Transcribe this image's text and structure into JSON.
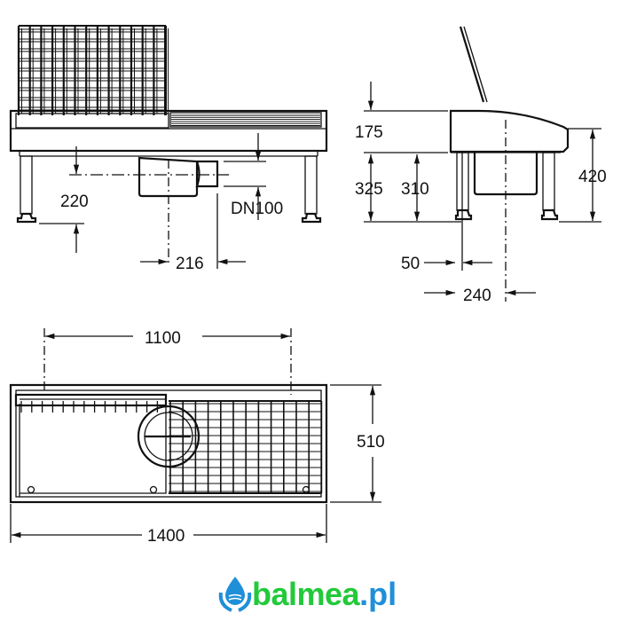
{
  "dimensions": {
    "front": {
      "height_outlet": "220",
      "outlet_offset": "216",
      "outlet_size": "DN100"
    },
    "side": {
      "top_height": "175",
      "leg_height": "325",
      "sink_depth": "310",
      "total_height": "420",
      "leg_offset": "50",
      "sink_offset": "240"
    },
    "top": {
      "fixing_spacing": "1100",
      "depth": "510",
      "width": "1400"
    }
  },
  "logo": {
    "name": "balmea",
    "suffix": ".pl"
  },
  "colors": {
    "logo_green": "#22c93a",
    "logo_blue": "#1f8fd8"
  }
}
